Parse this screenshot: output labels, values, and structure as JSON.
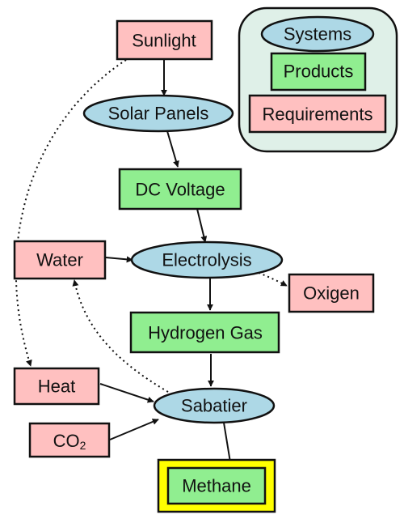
{
  "legend": {
    "systems": "Systems",
    "products": "Products",
    "requirements": "Requirements"
  },
  "nodes": {
    "sunlight": "Sunlight",
    "solar_panels": "Solar Panels",
    "dc_voltage": "DC Voltage",
    "water": "Water",
    "electrolysis": "Electrolysis",
    "oxigen": "Oxigen",
    "hydrogen_gas": "Hydrogen Gas",
    "heat": "Heat",
    "sabatier": "Sabatier",
    "co2": "CO",
    "co2_sub": "2",
    "methane": "Methane"
  },
  "edges": [
    {
      "from": "Sunlight",
      "to": "Solar Panels",
      "style": "solid"
    },
    {
      "from": "Solar Panels",
      "to": "DC Voltage",
      "style": "solid"
    },
    {
      "from": "DC Voltage",
      "to": "Electrolysis",
      "style": "solid"
    },
    {
      "from": "Water",
      "to": "Electrolysis",
      "style": "solid"
    },
    {
      "from": "Electrolysis",
      "to": "Hydrogen Gas",
      "style": "solid"
    },
    {
      "from": "Electrolysis",
      "to": "Oxigen",
      "style": "dotted"
    },
    {
      "from": "Hydrogen Gas",
      "to": "Sabatier",
      "style": "solid"
    },
    {
      "from": "Heat",
      "to": "Sabatier",
      "style": "solid"
    },
    {
      "from": "CO2",
      "to": "Sabatier",
      "style": "solid"
    },
    {
      "from": "Sabatier",
      "to": "Methane",
      "style": "solid"
    },
    {
      "from": "Sunlight",
      "to": "Heat",
      "style": "dotted"
    },
    {
      "from": "Sabatier",
      "to": "Water",
      "style": "dotted"
    }
  ],
  "colors": {
    "system_fill": "#add8e6",
    "product_fill": "#90ee90",
    "requirement_fill": "#ffc0c0",
    "legend_fill": "#dff0e8",
    "highlight": "#ffff00",
    "stroke": "#111111"
  }
}
